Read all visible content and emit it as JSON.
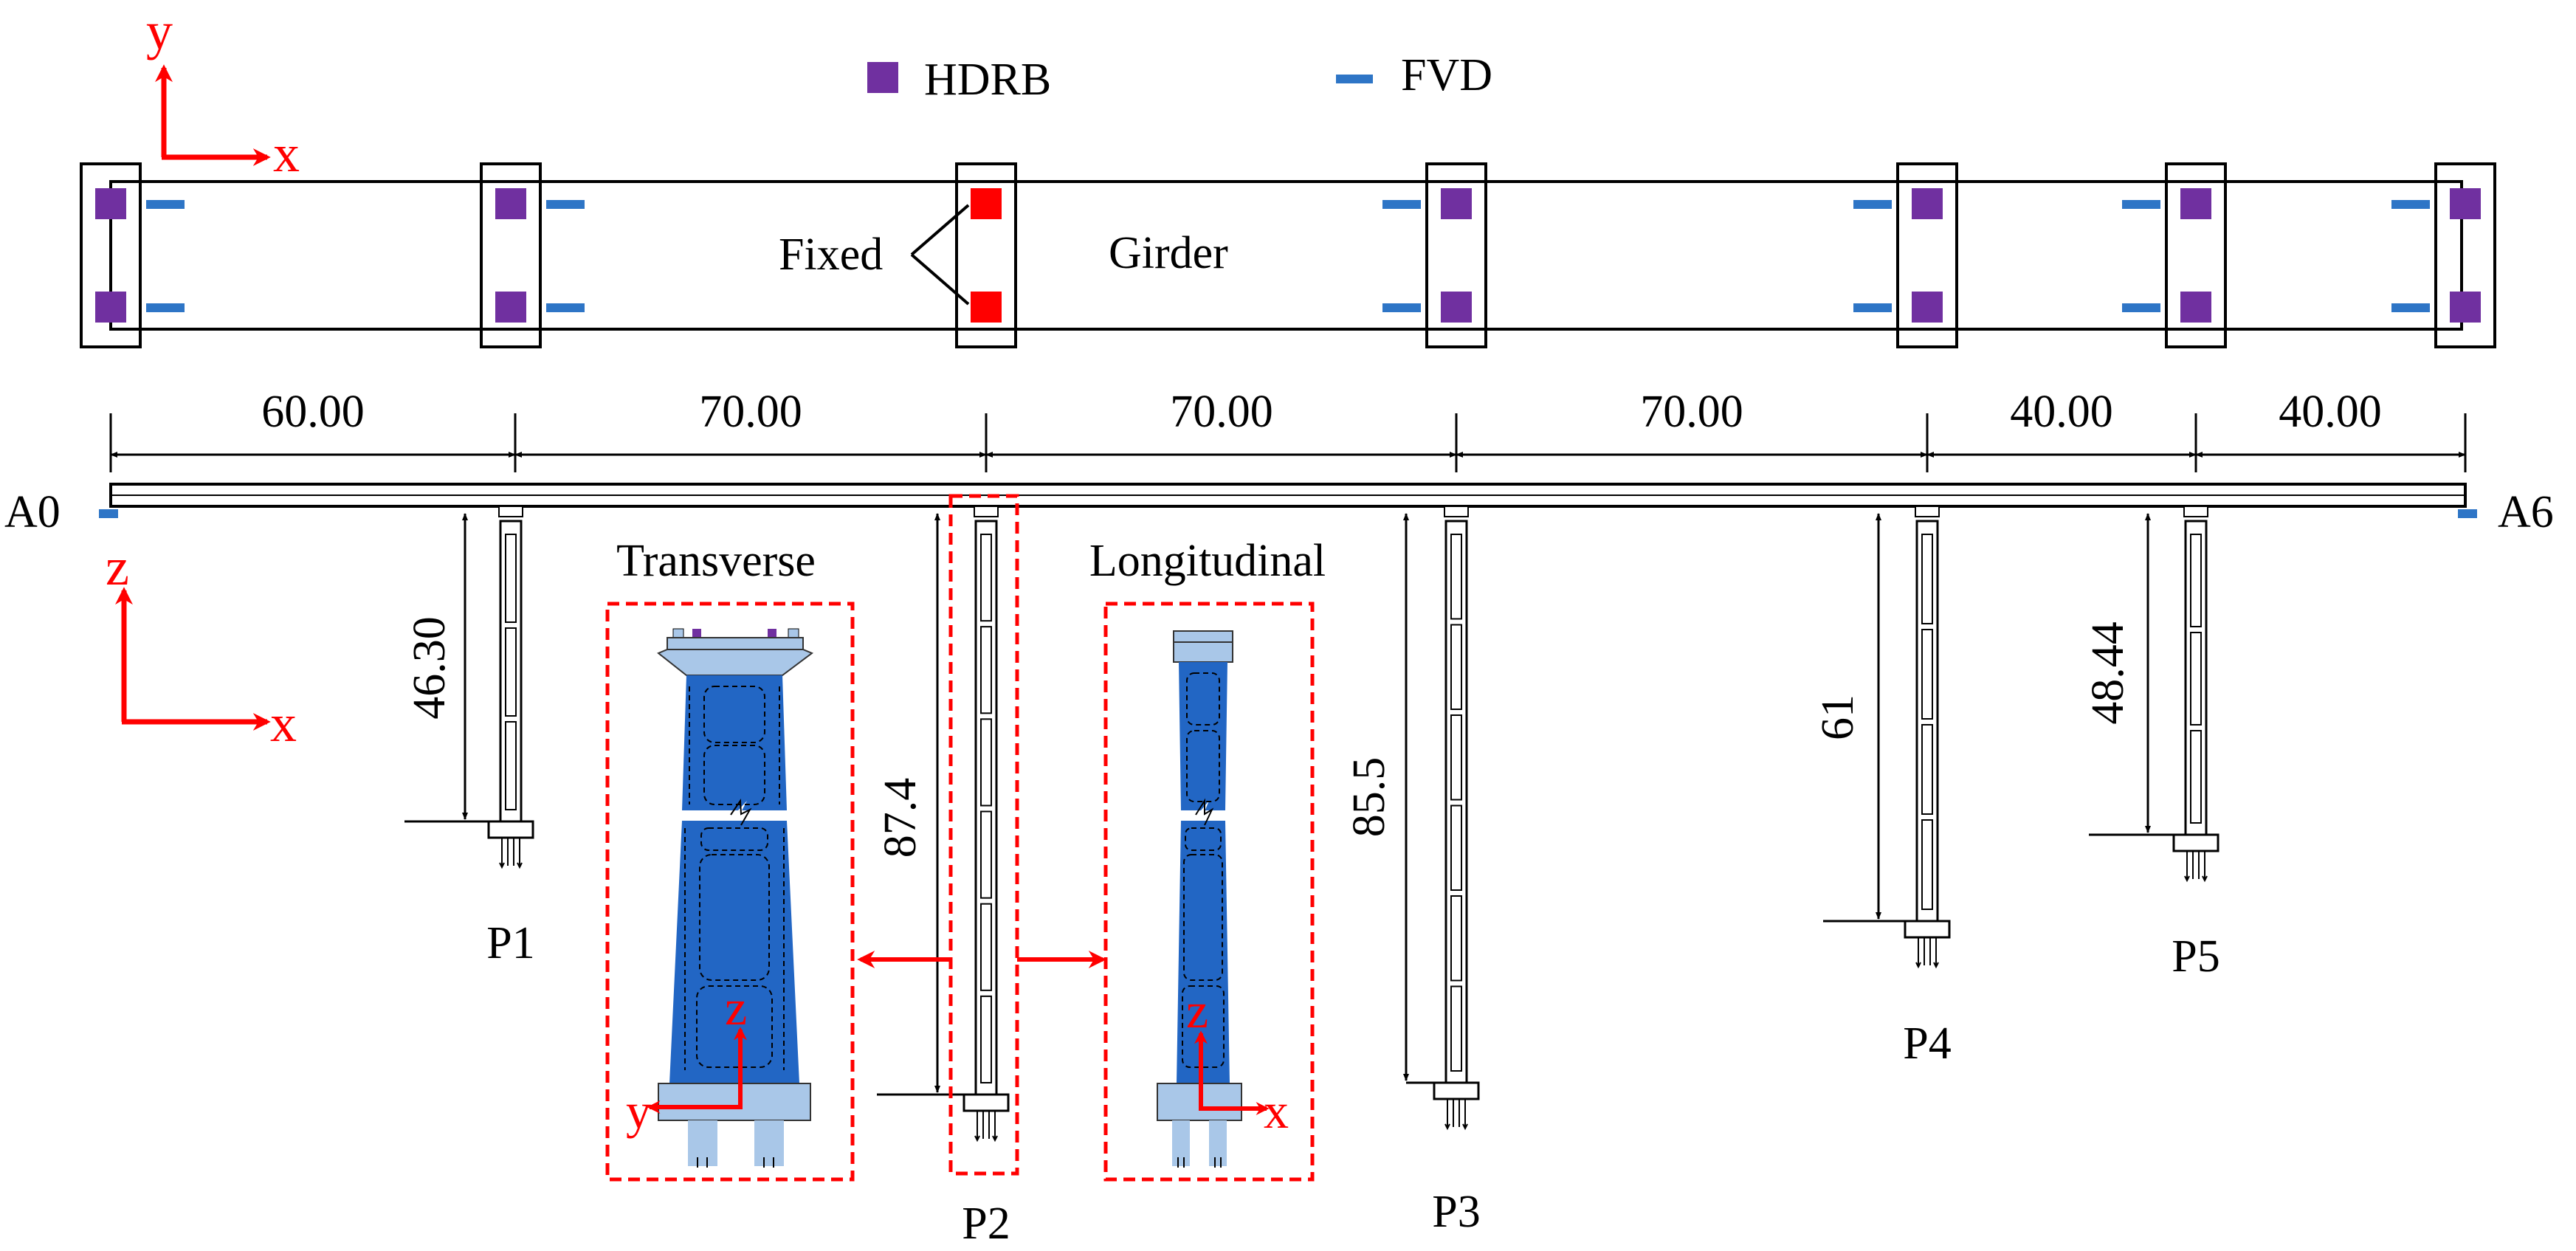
{
  "legend": {
    "hdrb_label": "HDRB",
    "fvd_label": "FVD",
    "hdrb_color": "#7030a0",
    "fvd_color": "#2e75c6"
  },
  "colors": {
    "fixed": "#ff0000",
    "axis": "#ff0000",
    "pier_fill": "#2266c4",
    "pier_light": "#a9c7e8",
    "detail_box": "#ff0000"
  },
  "plan": {
    "girder_label": "Girder",
    "fixed_label": "Fixed"
  },
  "plan_axes": {
    "y": "y",
    "x": "x"
  },
  "elev_axes": {
    "z": "z",
    "x": "x"
  },
  "spans": [
    "60.00",
    "70.00",
    "70.00",
    "70.00",
    "40.00",
    "40.00"
  ],
  "abutments": {
    "left": "A0",
    "right": "A6"
  },
  "piers": [
    {
      "name": "P1",
      "height": "46.30"
    },
    {
      "name": "P2",
      "height": "87.4"
    },
    {
      "name": "P3",
      "height": "85.5"
    },
    {
      "name": "P4",
      "height": "61"
    },
    {
      "name": "P5",
      "height": "48.44"
    }
  ],
  "details": {
    "transverse": {
      "title": "Transverse",
      "axis_v": "z",
      "axis_h": "y"
    },
    "longitudinal": {
      "title": "Longitudinal",
      "axis_v": "z",
      "axis_h": "x"
    }
  }
}
